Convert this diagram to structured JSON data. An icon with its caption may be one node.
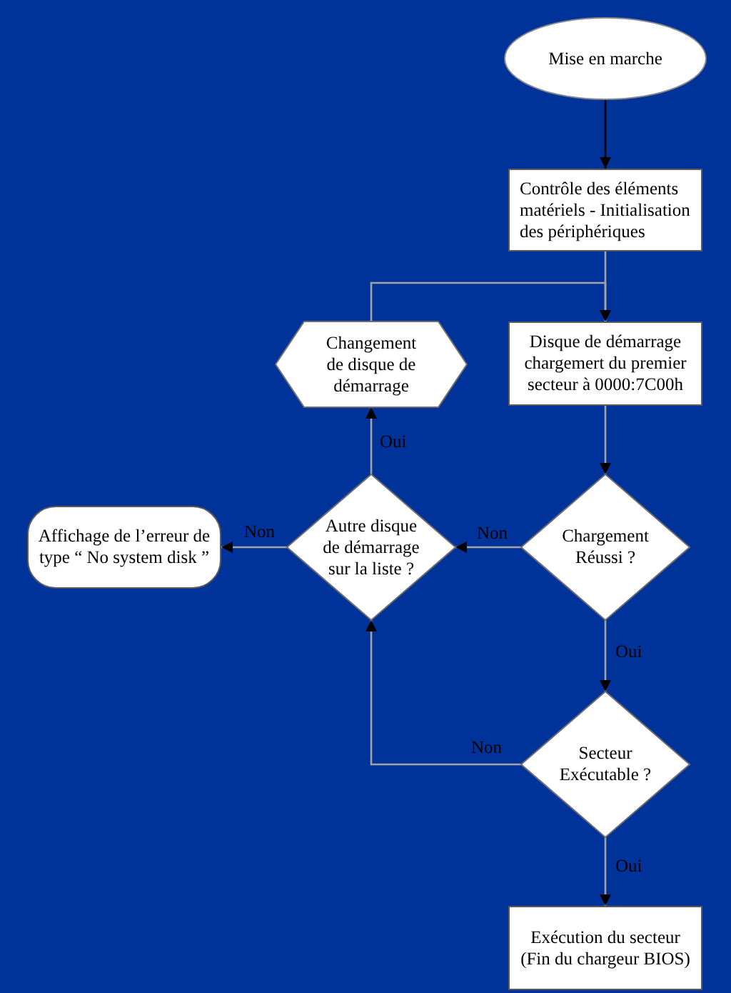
{
  "diagram": {
    "nodes": [
      {
        "text": [
          "Mise en marche"
        ]
      },
      {
        "text": [
          "Contrôle des éléments matériels - Initialisation des périphériques"
        ]
      },
      {
        "text": [
          "Disque de démarrage chargemert du premier secteur à 0000:7C00h"
        ]
      },
      {
        "text": [
          "Changement de disque de démarrage"
        ]
      },
      {
        "text": [
          "Chargement Réussi ?"
        ]
      },
      {
        "text": [
          "Autre disque de démarrage sur la liste ?"
        ]
      },
      {
        "text": [
          "Affichage de l’erreur de type “ No system disk ”"
        ]
      },
      {
        "text": [
          "Secteur Exécutable ?"
        ]
      },
      {
        "text": [
          "Exécution du secteur (Fin du chargeur BIOS)"
        ]
      }
    ],
    "edges": [
      {
        "from": 0,
        "to": 1,
        "arrow": "to",
        "color": "#000000"
      },
      {
        "from": 1,
        "to": 2,
        "arrow": "to"
      },
      {
        "from": 3,
        "to": 2,
        "arrow": "to"
      },
      {
        "from": 2,
        "to": 4,
        "arrow": "to"
      },
      {
        "from": 4,
        "to": 5,
        "arrow": "to",
        "label": "Non"
      },
      {
        "from": 5,
        "to": 3,
        "arrow": "to",
        "label": "Oui"
      },
      {
        "from": 5,
        "to": 6,
        "arrow": "to",
        "label": "Non"
      },
      {
        "from": 4,
        "to": 7,
        "arrow": "to",
        "label": "Oui"
      },
      {
        "from": 7,
        "to": 5,
        "arrow": "to",
        "label": "Non"
      },
      {
        "from": 7,
        "to": 8,
        "arrow": "to",
        "label": "Oui"
      }
    ]
  }
}
